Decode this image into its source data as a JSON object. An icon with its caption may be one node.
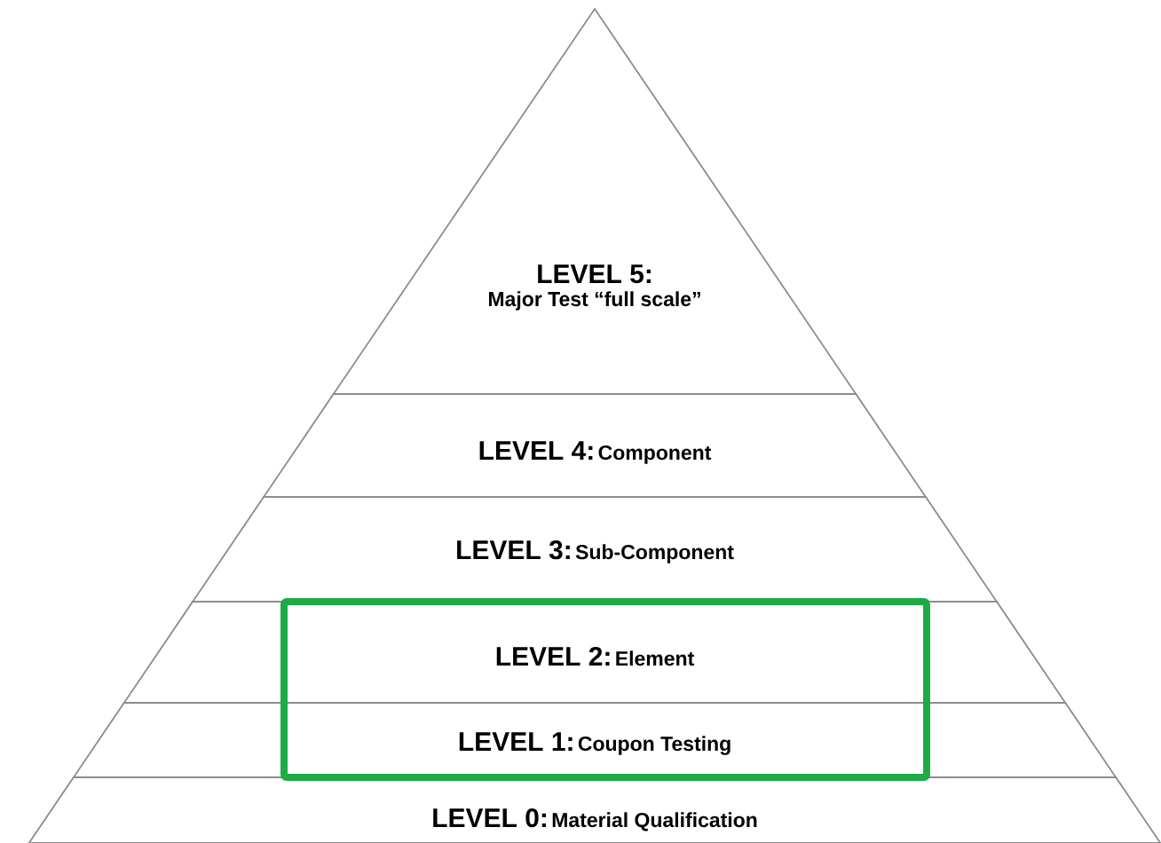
{
  "diagram": {
    "nodes": [
      {
        "text": [
          "LEVEL 5:",
          "Major Test “full scale”"
        ]
      },
      {
        "text": [
          "LEVEL 4:",
          "Component"
        ]
      },
      {
        "text": [
          "LEVEL 3:",
          "Sub-Component"
        ]
      },
      {
        "text": [
          "LEVEL 2:",
          "Element"
        ]
      },
      {
        "text": [
          "LEVEL 1:",
          "Coupon Testing"
        ]
      },
      {
        "text": [
          "LEVEL 0:",
          "Material Qualification"
        ]
      },
      {
        "text": [],
        "shape": "box"
      }
    ]
  }
}
